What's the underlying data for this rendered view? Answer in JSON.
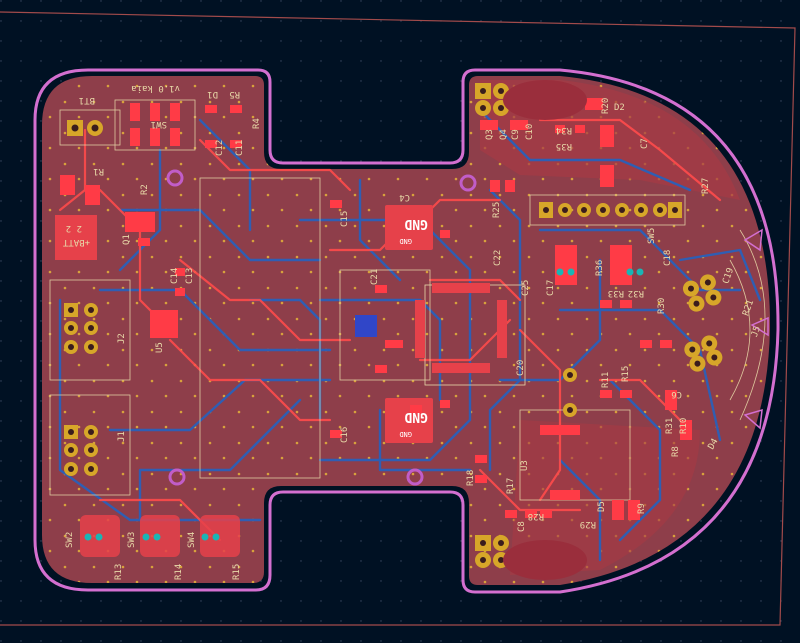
{
  "board": {
    "copper_color": "#d2353d",
    "copper_back_color": "#2f5eb3",
    "silkscreen_color": "#e8d9a8",
    "edge_color": "#d36fd0",
    "pad_color": "#d7a629",
    "drill_color": "#1ab5b5",
    "background": "#001123"
  },
  "silkscreen": {
    "title": "v1.0 kaia",
    "bt1": "BT1",
    "d1": "D1",
    "r4": "R4",
    "r5": "R5",
    "sw1": "SW1",
    "c11": "C11",
    "c12": "C12",
    "r1": "R1",
    "r2": "R2",
    "q1": "Q1",
    "batt": "+BATT",
    "batt_sym": "2 2",
    "u5": "U5",
    "c13": "C13",
    "c14": "C14",
    "j1": "J1",
    "j2": "J2",
    "sw2": "SW2",
    "sw3": "SW3",
    "sw4": "SW4",
    "r13": "R13",
    "r14": "R14",
    "r15": "R15",
    "gnd1": "GND",
    "gnd2": "GND",
    "gnd_big1": "GND",
    "gnd_big2": "GND",
    "c15": "C15",
    "c16": "C16",
    "c4": "C4",
    "c21": "C21",
    "q3": "Q3",
    "q4": "Q4",
    "c9": "C9",
    "c10": "C10",
    "r25": "R25",
    "r34": "R34",
    "r35": "R35",
    "r20": "R20",
    "r33": "R33",
    "r36": "R36",
    "d2": "D2",
    "c7": "C7",
    "r27": "R27",
    "c22": "C22",
    "c25": "C25",
    "c17": "C17",
    "c18": "C18",
    "c20": "C20",
    "r30": "R30",
    "r32": "R32",
    "sw5": "SW5",
    "u3": "U3",
    "r17": "R17",
    "r18": "R18",
    "r28": "R28",
    "r29": "R29",
    "d5": "D5",
    "c8": "C8",
    "r8": "R8",
    "r9": "R9",
    "r10": "R10",
    "r31": "R31",
    "d4": "D4",
    "c19": "C19",
    "r21": "R21",
    "j5": "J5",
    "c6": "C6",
    "r11": "R11",
    "r15b": "R15"
  }
}
